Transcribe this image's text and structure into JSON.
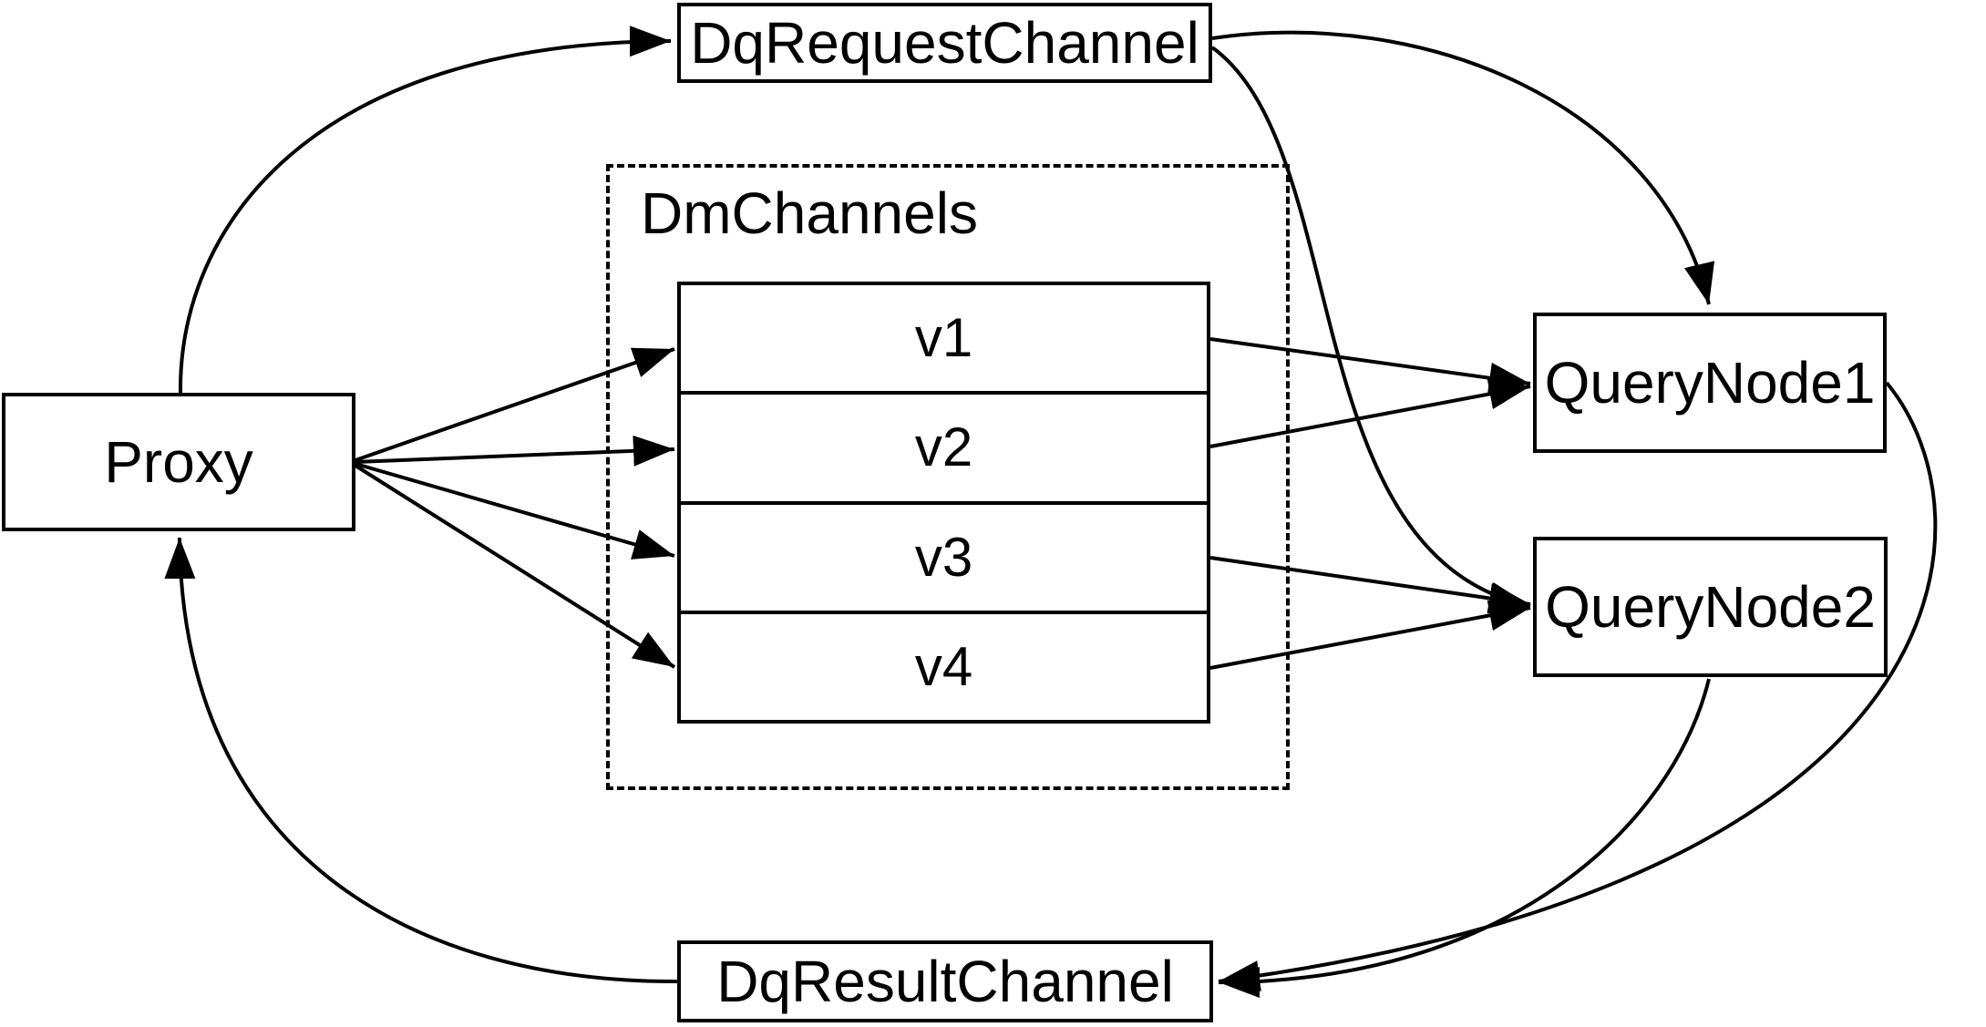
{
  "diagram": {
    "background": "#ffffff",
    "line_color": "#000000",
    "nodes": {
      "dq_request_channel": {
        "label": "DqRequestChannel"
      },
      "proxy": {
        "label": "Proxy"
      },
      "dm_channels": {
        "label": "DmChannels",
        "items": [
          "v1",
          "v2",
          "v3",
          "v4"
        ]
      },
      "query_node_1": {
        "label": "QueryNode1"
      },
      "query_node_2": {
        "label": "QueryNode2"
      },
      "dq_result_channel": {
        "label": "DqResultChannel"
      }
    },
    "edges": [
      {
        "from": "Proxy",
        "to": "DqRequestChannel"
      },
      {
        "from": "Proxy",
        "to": "v1"
      },
      {
        "from": "Proxy",
        "to": "v2"
      },
      {
        "from": "Proxy",
        "to": "v3"
      },
      {
        "from": "Proxy",
        "to": "v4"
      },
      {
        "from": "v1",
        "to": "QueryNode1"
      },
      {
        "from": "v2",
        "to": "QueryNode1"
      },
      {
        "from": "v3",
        "to": "QueryNode2"
      },
      {
        "from": "v4",
        "to": "QueryNode2"
      },
      {
        "from": "DqRequestChannel",
        "to": "QueryNode1"
      },
      {
        "from": "DqRequestChannel",
        "to": "QueryNode2"
      },
      {
        "from": "QueryNode1",
        "to": "DqResultChannel"
      },
      {
        "from": "QueryNode2",
        "to": "DqResultChannel"
      },
      {
        "from": "DqResultChannel",
        "to": "Proxy"
      }
    ]
  }
}
